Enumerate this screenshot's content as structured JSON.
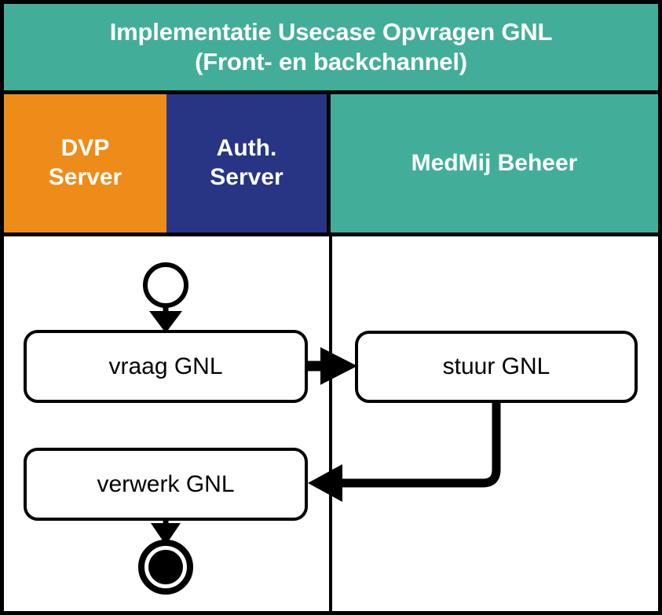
{
  "diagram": {
    "title": "Implementatie Usecase Opvragen GNL\n(Front- en backchannel)",
    "frame_color": "#000000",
    "background": "#ffffff",
    "lanes": [
      {
        "id": "dvp",
        "label": "DVP\nServer",
        "color": "#ee8c1a"
      },
      {
        "id": "auth",
        "label": "Auth.\nServer",
        "color": "#283585"
      },
      {
        "id": "medmij",
        "label": "MedMij Beheer",
        "color": "#42ae99"
      }
    ],
    "nodes": [
      {
        "id": "start",
        "type": "initial-node",
        "lane": "dvp",
        "label": ""
      },
      {
        "id": "vraag",
        "type": "action",
        "lane": "dvp",
        "label": "vraag GNL"
      },
      {
        "id": "stuur",
        "type": "action",
        "lane": "medmij",
        "label": "stuur GNL"
      },
      {
        "id": "verwerk",
        "type": "action",
        "lane": "dvp",
        "label": "verwerk GNL"
      },
      {
        "id": "end",
        "type": "final-node",
        "lane": "dvp",
        "label": ""
      }
    ],
    "edges": [
      {
        "from": "start",
        "to": "vraag",
        "label": "",
        "style": "straight-down"
      },
      {
        "from": "vraag",
        "to": "stuur",
        "label": "",
        "style": "straight-right"
      },
      {
        "from": "stuur",
        "to": "verwerk",
        "label": "",
        "style": "elbow-down-left"
      },
      {
        "from": "verwerk",
        "to": "end",
        "label": "",
        "style": "straight-down"
      }
    ],
    "title_text_color": "#ffffff",
    "lane_text_color": "#ffffff",
    "node_text_color": "#000000"
  }
}
